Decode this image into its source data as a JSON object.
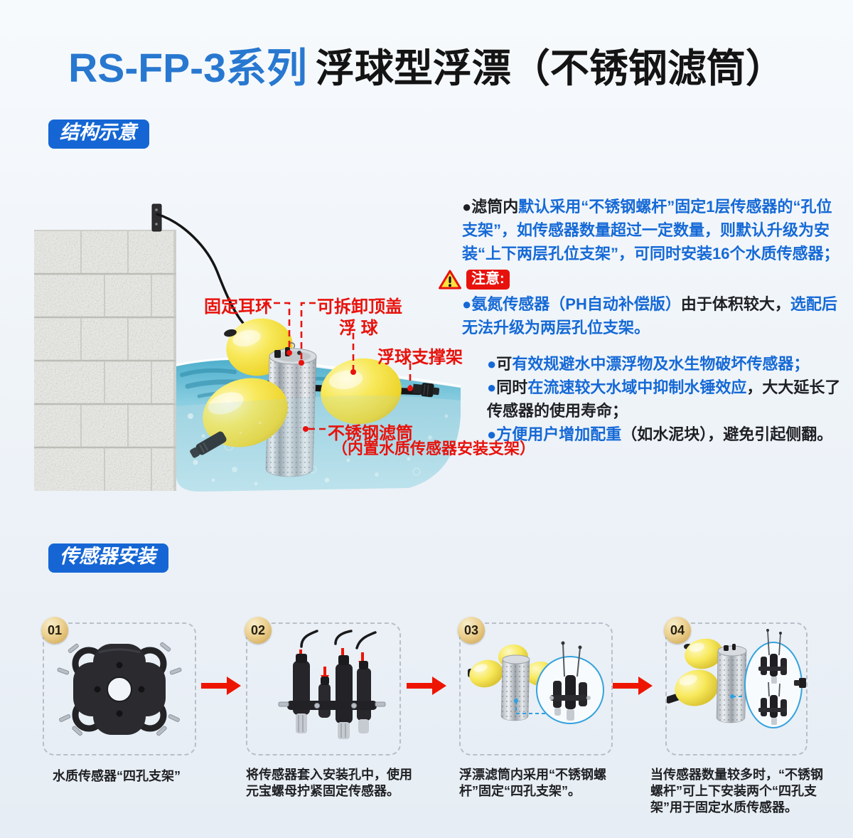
{
  "header": {
    "series": "RS-FP-3系列",
    "title": "浮球型浮漂（不锈钢滤筒）"
  },
  "sections": {
    "structure": "结构示意",
    "install": "传感器安装"
  },
  "structure_diagram": {
    "labels": {
      "fixing_ring": "固定耳环",
      "removable_top": "可拆卸顶盖",
      "float_ball": "浮 球",
      "float_support": "浮球支撑架",
      "filter_title": "不锈钢滤筒",
      "filter_note": "（内置水质传感器安装支架）"
    }
  },
  "notes": {
    "p1": [
      {
        "t": "●滤筒内"
      },
      {
        "t": "默认采用“不锈钢螺杆”固定1层传感器的“孔位支架”，如传感器数量超过一定数量，则默认升级为安装“上下两层孔位支架”，可同时安装16个水质传感器；"
      }
    ],
    "notice": "注意:",
    "p2": [
      {
        "t": "●氨氮传感器（PH自动补偿版）"
      },
      {
        "t": "由于体积较大，"
      },
      {
        "t": "选配后无法升级为两层孔位支架。"
      }
    ],
    "p3": [
      {
        "t": "●"
      },
      {
        "t": "可"
      },
      {
        "t": "有效规避水中漂浮物及水生物破坏传感器；"
      }
    ],
    "p4": [
      {
        "t": "●"
      },
      {
        "t": "同时"
      },
      {
        "t": "在流速较大水域中抑制水锤效应"
      },
      {
        "t": "，大大延长了传感器的使用寿命；"
      }
    ],
    "p5": [
      {
        "t": "●方便用户增加配重"
      },
      {
        "t": "（如水泥块），避免引起侧翻。"
      }
    ]
  },
  "steps": [
    {
      "num": "01",
      "caption": "水质传感器“四孔支架”"
    },
    {
      "num": "02",
      "caption": "将传感器套入安装孔中，使用元宝螺母拧紧固定传感器。"
    },
    {
      "num": "03",
      "caption": "浮漂滤筒内采用“不锈钢螺杆”固定“四孔支架”。"
    },
    {
      "num": "04",
      "caption": "当传感器数量较多时，“不锈钢螺杆”可上下安装两个“四孔支架”用于固定水质传感器。"
    }
  ],
  "colors": {
    "accent_blue": "#1566d4",
    "text_blue": "#1569d6",
    "label_red": "#e8120c",
    "title_blue": "#2878d0",
    "float_yellow": "#f2dc3a",
    "water_teal": "#57b4cf"
  }
}
